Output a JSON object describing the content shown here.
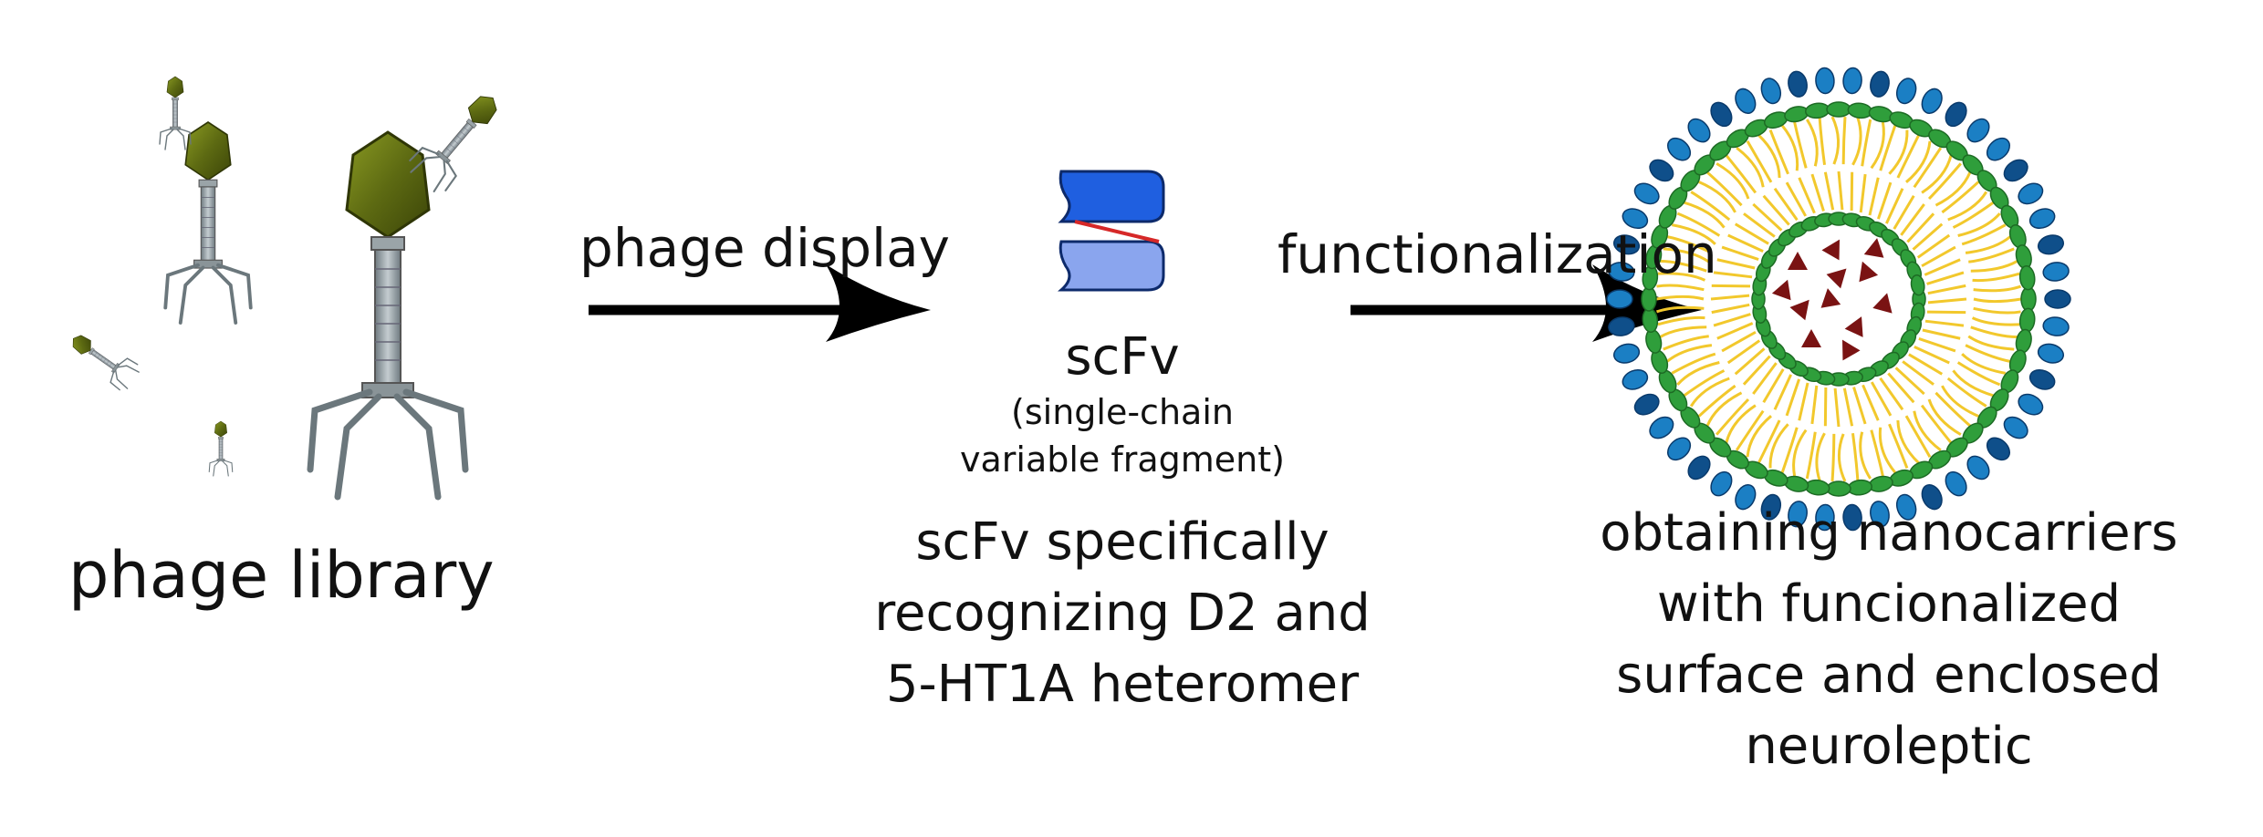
{
  "steps": {
    "phage_library": "phage library",
    "scfv_title": "scFv",
    "scfv_subtitle_line1": "(single-chain",
    "scfv_subtitle_line2": "variable fragment)",
    "scfv_desc_line1": "scFv specifically",
    "scfv_desc_line2": "recognizing D2 and",
    "scfv_desc_line3": "5-HT1A heteromer",
    "nano_desc_line1": "obtaining nanocarriers",
    "nano_desc_line2": "with funcionalized",
    "nano_desc_line3": "surface and enclosed",
    "nano_desc_line4": "neuroleptic"
  },
  "arrows": {
    "phage_display": "phage display",
    "functionalization": "functionalization"
  },
  "colors": {
    "phage_head": "#5d6a12",
    "phage_tail": "#8e9aa0",
    "scfv_dark": "#1f5fe0",
    "scfv_light": "#8aa5ee",
    "linker": "#d62828",
    "blue_outer": "#1b7fc4",
    "green_layer": "#2f9e3b",
    "yellow_chains": "#f2c82c",
    "drug": "#7a1313"
  },
  "icons": [
    "phage-icon",
    "scfv-icon",
    "nanocarrier-icon",
    "arrow-icon"
  ]
}
